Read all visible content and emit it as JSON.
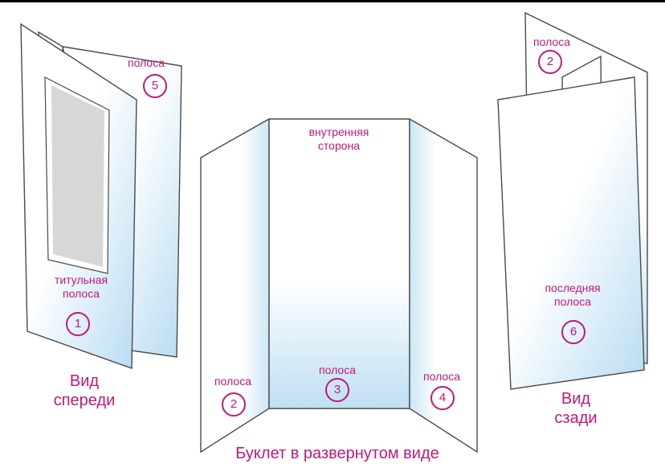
{
  "colors": {
    "accent": "#c0187a",
    "outline": "#4a4a4a",
    "panel_fill_top": "#ffffff",
    "panel_fill_bottom": "#bfe0f3"
  },
  "front": {
    "title_strip_label": "титульная\nполоса",
    "title_strip_number": "1",
    "back_strip_label": "полоса",
    "back_strip_number": "5",
    "caption": "Вид\nспереди"
  },
  "unfolded": {
    "inner_label": "внутренняя\nсторона",
    "panels": [
      {
        "label": "полоса",
        "number": "2"
      },
      {
        "label": "полоса",
        "number": "3"
      },
      {
        "label": "полоса",
        "number": "4"
      }
    ],
    "caption": "Буклет в развернутом виде"
  },
  "back": {
    "top_strip_label": "полоса",
    "top_strip_number": "2",
    "last_strip_label": "последняя\nполоса",
    "last_strip_number": "6",
    "caption": "Вид\nсзади"
  }
}
